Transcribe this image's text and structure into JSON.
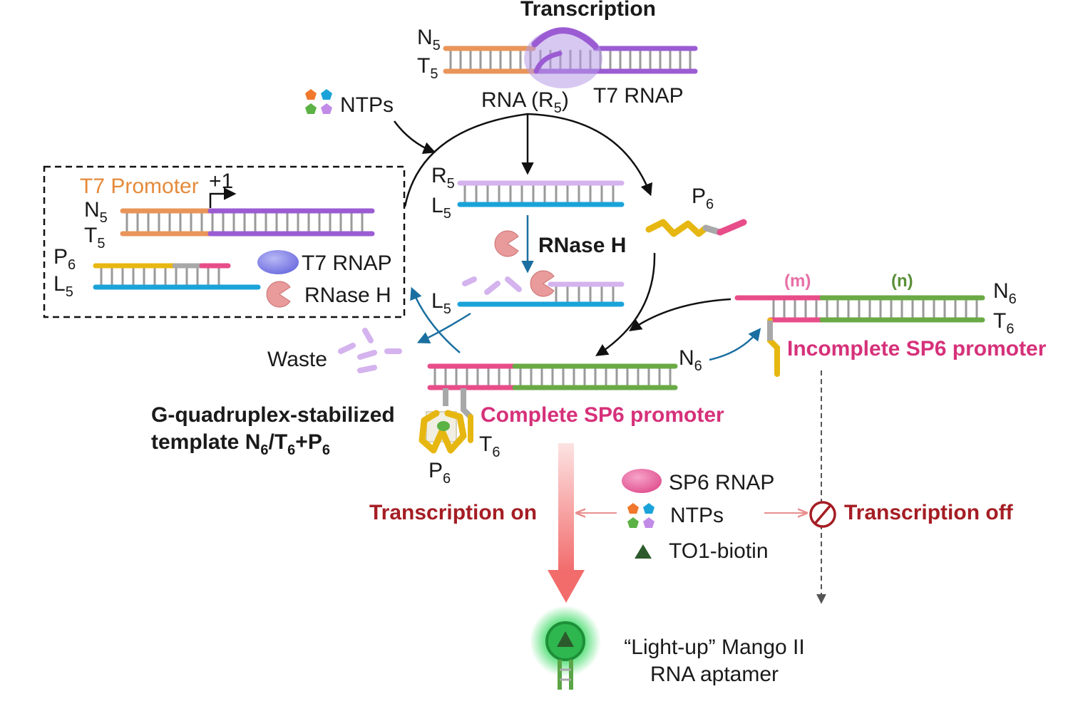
{
  "colors": {
    "orange": "#e9955a",
    "purple": "#9b5cd3",
    "lavender": "#d4b3ee",
    "blue": "#1aa3d9",
    "yellow": "#e7b711",
    "pink": "#e84d8a",
    "green": "#6aaa45",
    "grey": "#a8a8a8",
    "dark_red": "#a51d24",
    "magenta_text": "#d6317a",
    "promoter_orange": "#e58a3b",
    "rnase": "#e99a9a",
    "t7rnap": "#8d8de8"
  },
  "icons": [
    "ntp-pentagons-icon",
    "t7-rnap-ellipse-icon",
    "rnase-h-pacman-icon",
    "sp6-rnap-ellipse-icon",
    "to1-biotin-triangle-icon",
    "no-entry-icon",
    "mango-aptamer-icon"
  ],
  "top": {
    "title": "Transcription",
    "n5": "N",
    "n5_sub": "5",
    "t5": "T",
    "t5_sub": "5",
    "rna_pre": "RNA (R",
    "rna_sub": "5",
    "rna_post": ")",
    "t7_rnap": "T7 RNAP"
  },
  "ntps_label": "NTPs",
  "legend": {
    "promoter": "T7 Promoter",
    "plus_one": "+1",
    "n5": "N",
    "n5_sub": "5",
    "t5": "T",
    "t5_sub": "5",
    "p6": "P",
    "p6_sub": "6",
    "l5": "L",
    "l5_sub": "5",
    "t7_rnap": "T7 RNAP",
    "rnase_h": "RNase H"
  },
  "middle": {
    "r5": "R",
    "r5_sub": "5",
    "l5": "L",
    "l5_sub": "5",
    "rnase_h": "RNase H",
    "l5_b": "L",
    "l5_b_sub": "5",
    "p6": "P",
    "p6_sub": "6"
  },
  "waste_label": "Waste",
  "right": {
    "m": "(m)",
    "n": "(n)",
    "n6": "N",
    "n6_sub": "6",
    "t6": "T",
    "t6_sub": "6",
    "incomplete": "Incomplete SP6 promoter"
  },
  "center": {
    "n6": "N",
    "n6_sub": "6",
    "complete": "Complete SP6 promoter",
    "t6": "T",
    "t6_sub": "6",
    "p6": "P",
    "p6_sub": "6",
    "gq_line1": "G-quadruplex-stabilized",
    "gq_line2_a": "template N",
    "gq_s1": "6",
    "gq_line2_b": "/T",
    "gq_s2": "6",
    "gq_line2_c": "+P",
    "gq_s3": "6"
  },
  "bottom": {
    "sp6_rnap": "SP6 RNAP",
    "ntps": "NTPs",
    "to1": "TO1-biotin",
    "on": "Transcription on",
    "off": "Transcription off",
    "aptamer_1": "“Light-up” Mango II",
    "aptamer_2": "RNA aptamer"
  }
}
